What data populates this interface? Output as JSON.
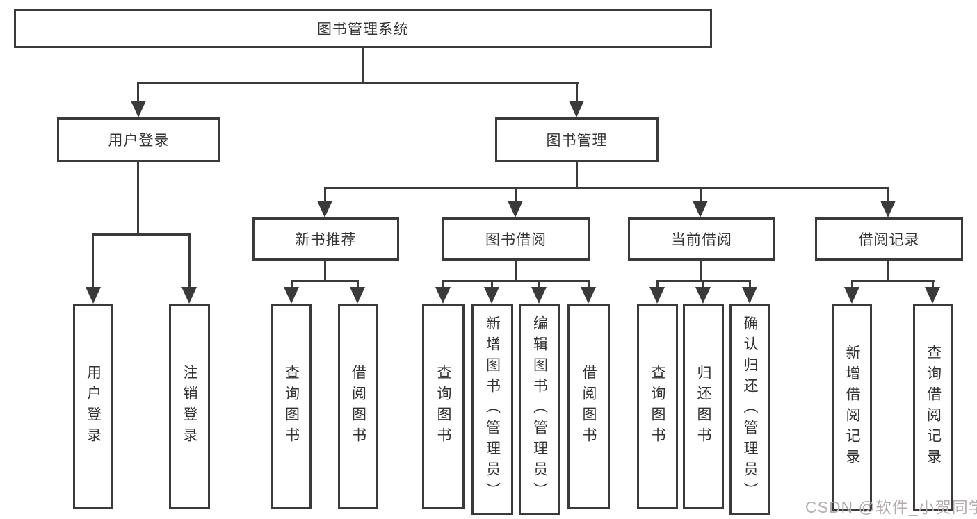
{
  "diagram": {
    "root": "图书管理系统",
    "user_branch": {
      "label": "用户登录",
      "children": [
        "用户登录",
        "注销登录"
      ]
    },
    "book_branch": {
      "label": "图书管理",
      "groups": [
        {
          "label": "新书推荐",
          "children": [
            "查询图书",
            "借阅图书"
          ]
        },
        {
          "label": "图书借阅",
          "children": [
            "查询图书",
            "新增图书（管理员）",
            "编辑图书（管理员）",
            "借阅图书"
          ]
        },
        {
          "label": "当前借阅",
          "children": [
            "查询图书",
            "归还图书",
            "确认归还（管理员）"
          ]
        },
        {
          "label": "借阅记录",
          "children": [
            "新增借阅记录",
            "查询借阅记录"
          ]
        }
      ]
    }
  },
  "watermark": "CSDN @软件_小贺同学",
  "colors": {
    "line": "#3a3a3a",
    "text": "#333333",
    "background": "#ffffff",
    "watermark": "#b3aeae"
  }
}
